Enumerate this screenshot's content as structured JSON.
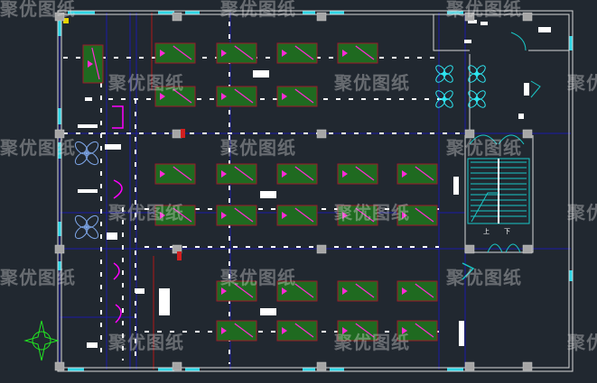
{
  "watermark": "聚优图纸",
  "stair": {
    "up_label": "上",
    "down_label": "下"
  },
  "colors": {
    "background": "#212830",
    "wall": "#d8d8d8",
    "grid": "#1a1aa8",
    "pipe": "#ffffff",
    "lamp_box": "#1f6a20",
    "lamp_border": "#9c1a2a",
    "lamp_arrow": "#ff2bd6",
    "window": "#2ed6e6",
    "column": "#a6a6a6",
    "exit": "#ff00ff"
  },
  "icons": [
    "north-arrow-icon",
    "fan-icon",
    "door-swing-icon",
    "column-icon",
    "stair-icon"
  ]
}
